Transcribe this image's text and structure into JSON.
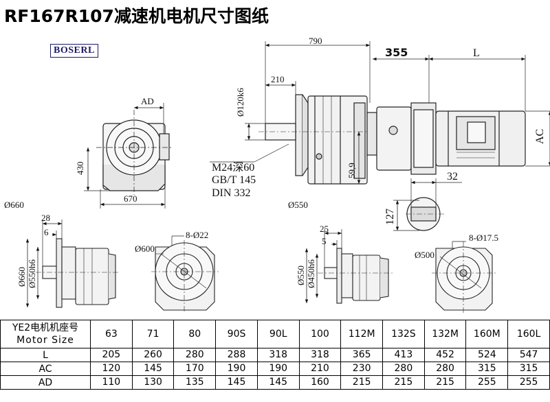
{
  "title": "RF167R107减速机电机尺寸图纸",
  "brand": "BOSERL",
  "dimensions": {
    "overall_length": "790",
    "motor_offset": "355",
    "motor_length": "L",
    "shaft_length": "210",
    "shaft_diameter": "Ø120k6",
    "thread": "M24深60",
    "standard1": "GB/T 145",
    "standard2": "DIN 332",
    "center_height": "59,9",
    "key_width": "32",
    "key_height": "127",
    "motor_ac": "AC",
    "top_ad": "AD",
    "top_430": "430",
    "top_670": "670",
    "flange_660": "Ø660",
    "flange_550": "Ø550",
    "f1_28": "28",
    "f1_6": "6",
    "f1_d660": "Ø660",
    "f1_d550": "Ø550h6",
    "f1_d600": "Ø600",
    "f1_holes": "8-Ø22",
    "f2_25": "25",
    "f2_5": "5",
    "f2_d550": "Ø550",
    "f2_d450": "Ø450h6",
    "f2_d500": "Ø500",
    "f2_holes": "8-Ø17.5"
  },
  "table": {
    "header_line1": "YE2电机机座号",
    "header_line2": "Motor Size",
    "sizes": [
      "63",
      "71",
      "80",
      "90S",
      "90L",
      "100",
      "112M",
      "132S",
      "132M",
      "160M",
      "160L"
    ],
    "rows": [
      {
        "label": "L",
        "values": [
          "205",
          "260",
          "280",
          "288",
          "318",
          "318",
          "365",
          "413",
          "452",
          "524",
          "547"
        ]
      },
      {
        "label": "AC",
        "values": [
          "120",
          "145",
          "170",
          "190",
          "190",
          "210",
          "230",
          "280",
          "280",
          "315",
          "315"
        ]
      },
      {
        "label": "AD",
        "values": [
          "110",
          "130",
          "135",
          "145",
          "145",
          "160",
          "215",
          "215",
          "215",
          "255",
          "255"
        ]
      }
    ]
  }
}
